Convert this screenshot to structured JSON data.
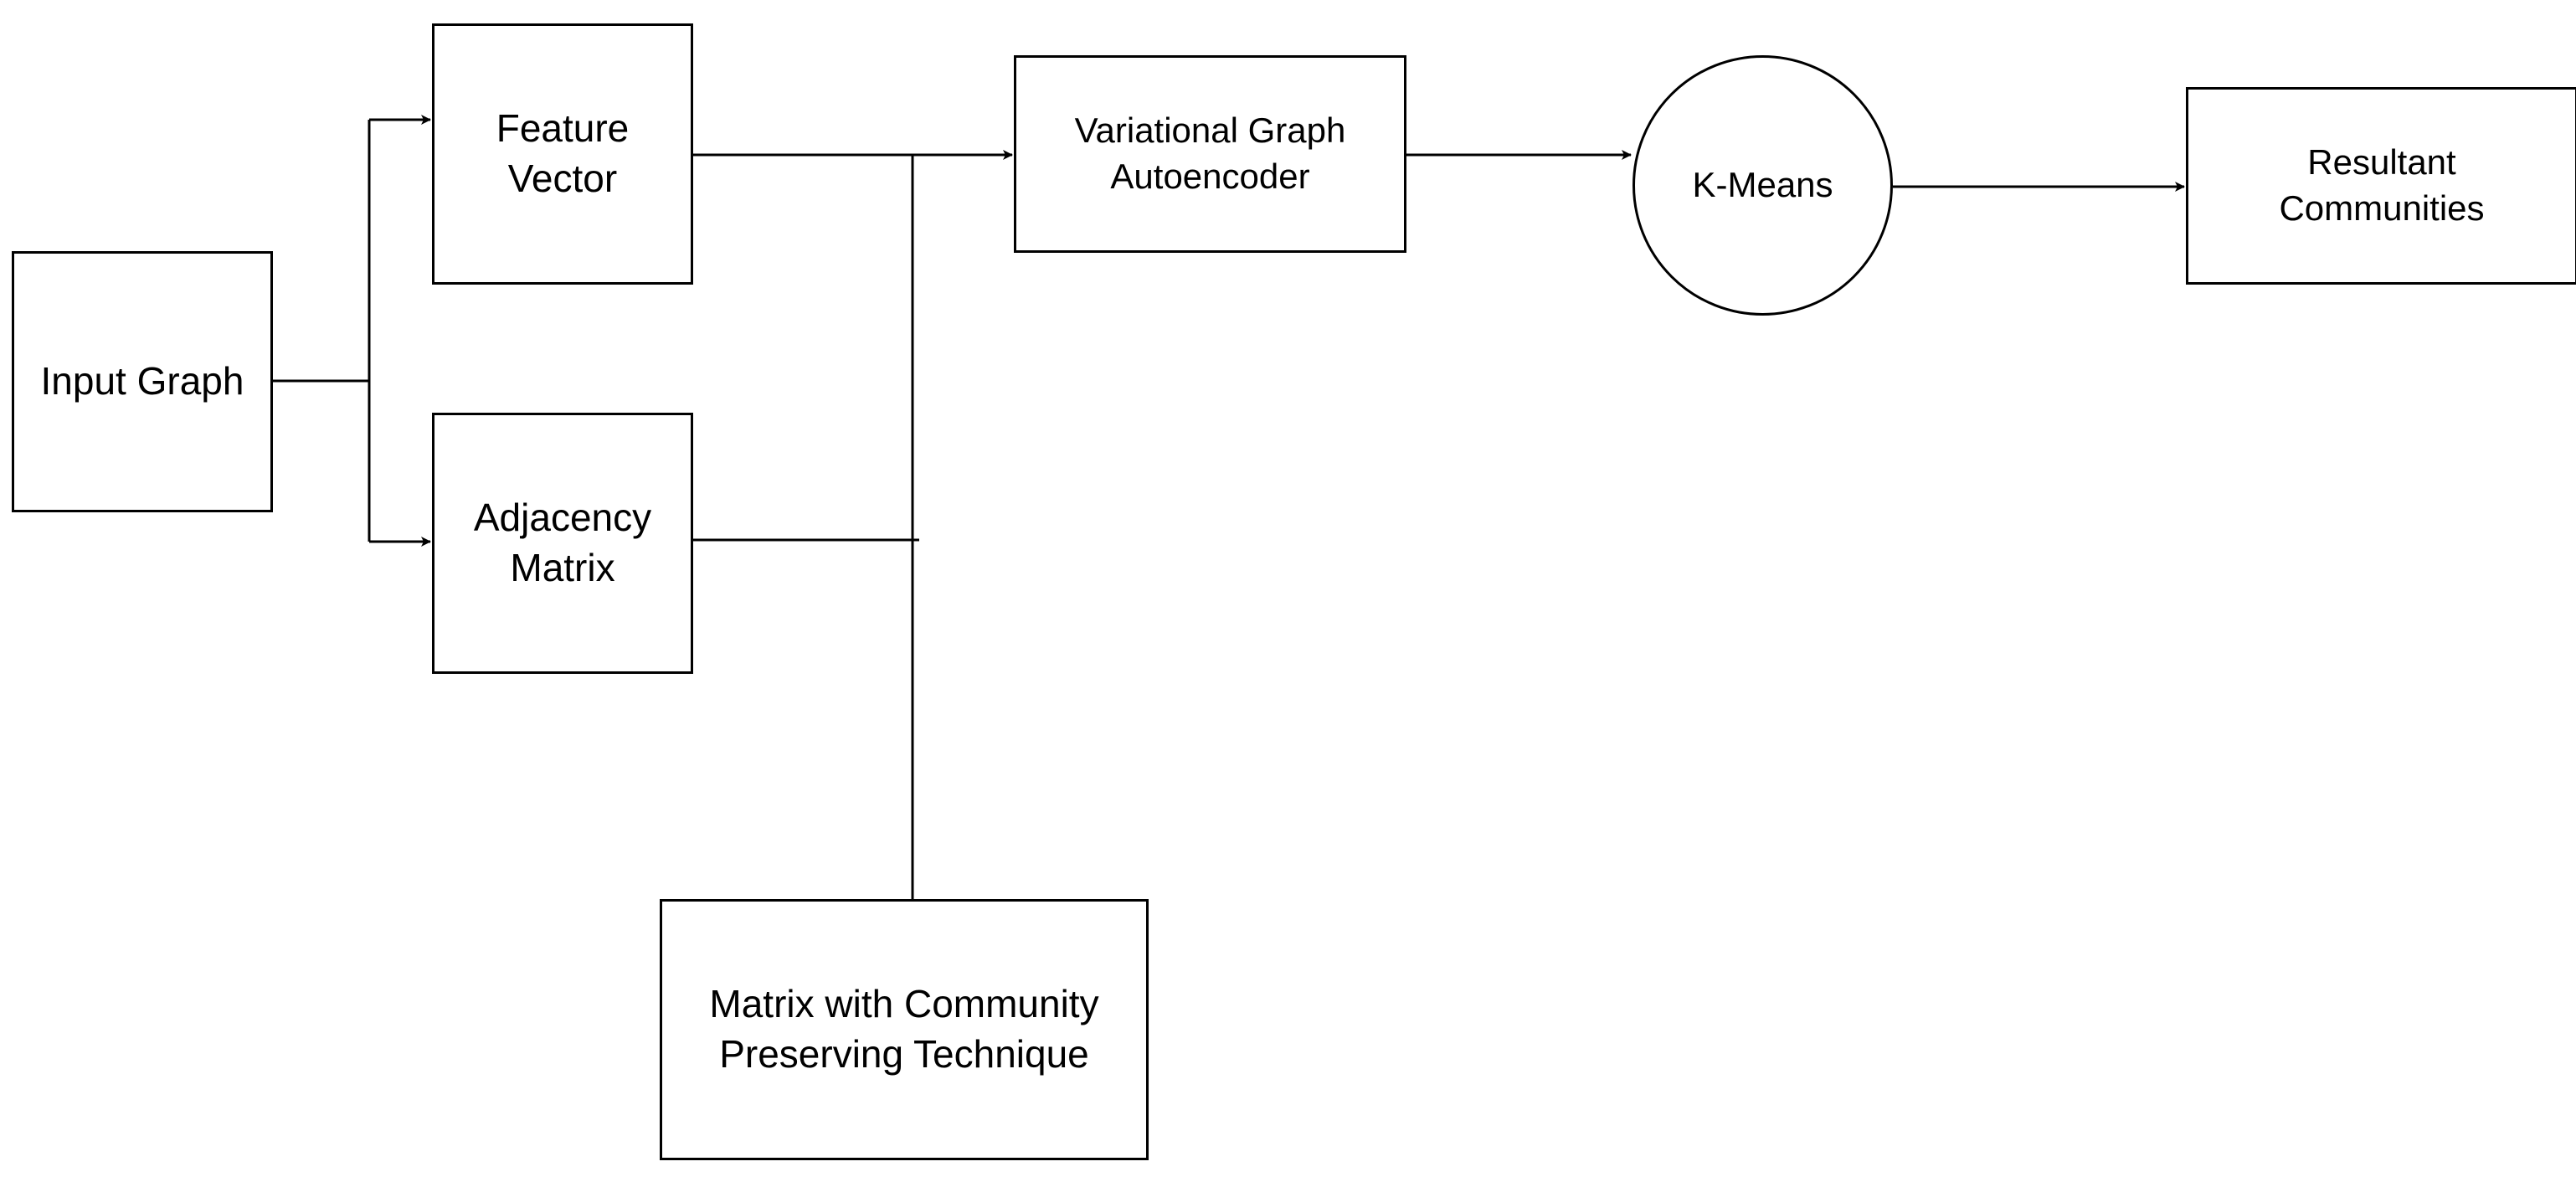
{
  "diagram": {
    "nodes": {
      "input_graph": "Input Graph",
      "feature_vector": "Feature\nVector",
      "adjacency_matrix": "Adjacency\nMatrix",
      "community_matrix": "Matrix with Community\nPreserving Technique",
      "vgae": "Variational Graph\nAutoencoder",
      "kmeans": "K-Means",
      "communities": "Resultant\nCommunities"
    },
    "edges": [
      {
        "from": "Input Graph",
        "to": "Feature\nVector"
      },
      {
        "from": "Input Graph",
        "to": "Adjacency\nMatrix"
      },
      {
        "from": "Feature\nVector",
        "to": "Variational Graph\nAutoencoder"
      },
      {
        "from": "Adjacency\nMatrix",
        "to": "Variational Graph\nAutoencoder"
      },
      {
        "from": "Matrix with Community\nPreserving Technique",
        "to": "Variational Graph\nAutoencoder"
      },
      {
        "from": "Variational Graph\nAutoencoder",
        "to": "K-Means"
      },
      {
        "from": "K-Means",
        "to": "Resultant\nCommunities"
      }
    ],
    "colors": {
      "stroke": "#000000",
      "background": "#ffffff"
    }
  }
}
